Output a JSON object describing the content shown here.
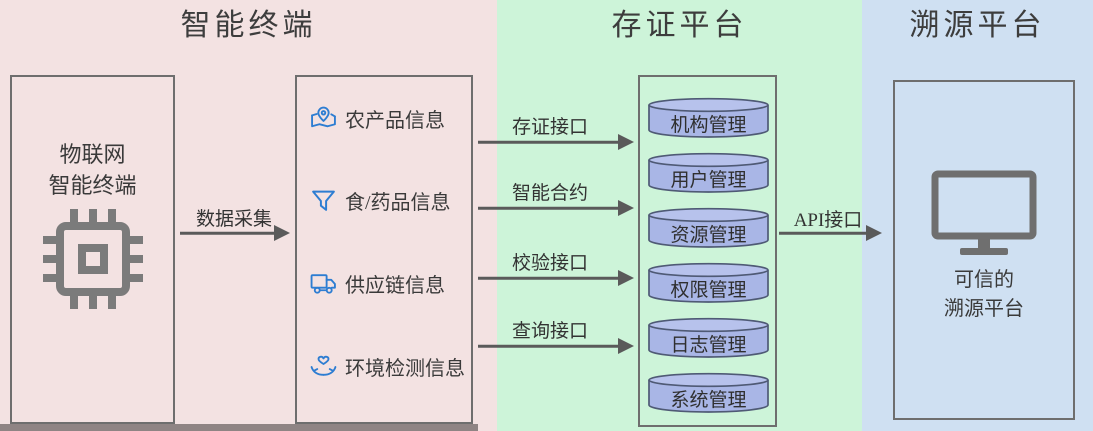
{
  "sections": {
    "terminal": {
      "title": "智能终端"
    },
    "evidence": {
      "title": "存证平台"
    },
    "trace": {
      "title": "溯源平台"
    }
  },
  "iot_box": {
    "line1": "物联网",
    "line2": "智能终端",
    "icon": "chip-icon"
  },
  "collect_arrow": {
    "label": "数据采集"
  },
  "info_box": {
    "items": [
      {
        "icon": "map-pin-icon",
        "label": "农产品信息"
      },
      {
        "icon": "funnel-icon",
        "label": "食/药品信息"
      },
      {
        "icon": "truck-icon",
        "label": "供应链信息"
      },
      {
        "icon": "hands-heart-icon",
        "label": "环境检测信息"
      }
    ]
  },
  "interface_arrows": [
    {
      "label": "存证接口"
    },
    {
      "label": "智能合约"
    },
    {
      "label": "校验接口"
    },
    {
      "label": "查询接口"
    }
  ],
  "evidence_box": {
    "modules": [
      {
        "label": "机构管理"
      },
      {
        "label": "用户管理"
      },
      {
        "label": "资源管理"
      },
      {
        "label": "权限管理"
      },
      {
        "label": "日志管理"
      },
      {
        "label": "系统管理"
      }
    ]
  },
  "api_arrow": {
    "label": "API接口"
  },
  "trace_box": {
    "line1": "可信的",
    "line2": "溯源平台",
    "icon": "monitor-icon"
  },
  "colors": {
    "panel_pink": "#f3e2e2",
    "panel_green": "#cdf4d9",
    "panel_blue": "#cfe0f2",
    "accent_blue": "#2d7dd2",
    "cylinder_fill": "#a9b6e6",
    "cylinder_stroke": "#4f5a75",
    "arrow_gray": "#5a5a5a",
    "icon_gray": "#7b7b7b",
    "border_gray": "#6e6e6e"
  }
}
